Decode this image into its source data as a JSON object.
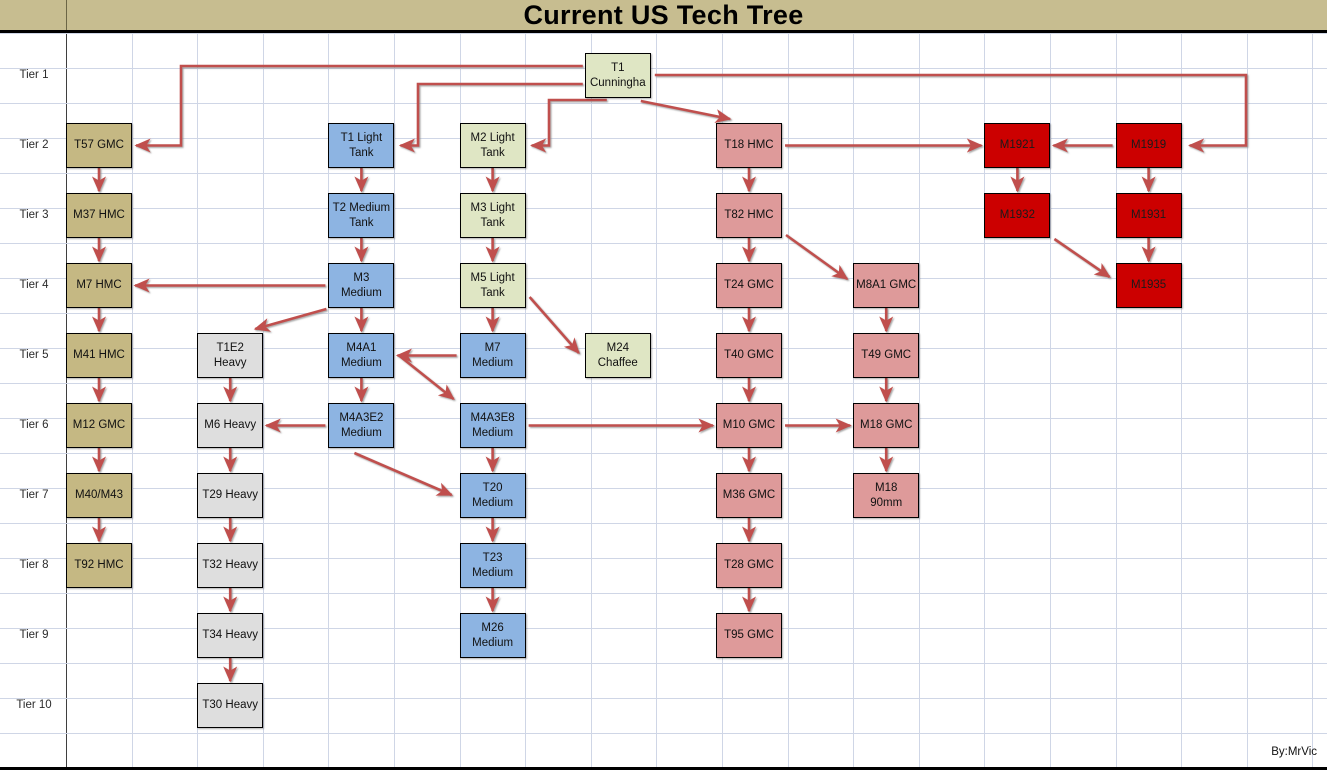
{
  "header": {
    "title": "Current US Tech Tree",
    "bar_color": "#c7bd90"
  },
  "credit": "By:MrVic",
  "tiers": [
    {
      "label": "Tier 1"
    },
    {
      "label": "Tier 2"
    },
    {
      "label": "Tier 3"
    },
    {
      "label": "Tier 4"
    },
    {
      "label": "Tier 5"
    },
    {
      "label": "Tier 6"
    },
    {
      "label": "Tier 7"
    },
    {
      "label": "Tier 8"
    },
    {
      "label": "Tier 9"
    },
    {
      "label": "Tier 10"
    }
  ],
  "legend_colors": {
    "spg_tan": "#c5b883",
    "light_green": "#dfe6c4",
    "medium_blue": "#8db4e2",
    "heavy_grey": "#dedede",
    "gmc_pink": "#de9a9a",
    "premium_red": "#cc0000",
    "arrow_red": "#c0504d"
  },
  "nodes": [
    {
      "id": "t1cunningham",
      "line1": "T1",
      "line2": "Cunningha",
      "tier": 1,
      "class": "t-light"
    },
    {
      "id": "t57gmc",
      "line1": "T57 GMC",
      "line2": "",
      "tier": 2,
      "class": "t-spg"
    },
    {
      "id": "t1light",
      "line1": "T1 Light",
      "line2": "Tank",
      "tier": 2,
      "class": "t-medium"
    },
    {
      "id": "m2light",
      "line1": "M2 Light",
      "line2": "Tank",
      "tier": 2,
      "class": "t-light"
    },
    {
      "id": "t18hmc",
      "line1": "T18 HMC",
      "line2": "",
      "tier": 2,
      "class": "t-gmc"
    },
    {
      "id": "m1921",
      "line1": "M1921",
      "line2": "",
      "tier": 2,
      "class": "t-red"
    },
    {
      "id": "m1919",
      "line1": "M1919",
      "line2": "",
      "tier": 2,
      "class": "t-red"
    },
    {
      "id": "m37hmc",
      "line1": "M37 HMC",
      "line2": "",
      "tier": 3,
      "class": "t-spg"
    },
    {
      "id": "t2medium",
      "line1": "T2 Medium",
      "line2": "Tank",
      "tier": 3,
      "class": "t-medium"
    },
    {
      "id": "m3light",
      "line1": "M3 Light",
      "line2": "Tank",
      "tier": 3,
      "class": "t-light"
    },
    {
      "id": "t82hmc",
      "line1": "T82 HMC",
      "line2": "",
      "tier": 3,
      "class": "t-gmc"
    },
    {
      "id": "m1932",
      "line1": "M1932",
      "line2": "",
      "tier": 3,
      "class": "t-red"
    },
    {
      "id": "m1931",
      "line1": "M1931",
      "line2": "",
      "tier": 3,
      "class": "t-red"
    },
    {
      "id": "m7hmc",
      "line1": "M7 HMC",
      "line2": "",
      "tier": 4,
      "class": "t-spg"
    },
    {
      "id": "m3medium",
      "line1": "M3",
      "line2": "Medium",
      "tier": 4,
      "class": "t-medium"
    },
    {
      "id": "m5light",
      "line1": "M5 Light",
      "line2": "Tank",
      "tier": 4,
      "class": "t-light"
    },
    {
      "id": "t24gmc",
      "line1": "T24 GMC",
      "line2": "",
      "tier": 4,
      "class": "t-gmc"
    },
    {
      "id": "m8a1gmc",
      "line1": "M8A1 GMC",
      "line2": "",
      "tier": 4,
      "class": "t-gmc"
    },
    {
      "id": "m1935",
      "line1": "M1935",
      "line2": "",
      "tier": 4,
      "class": "t-red"
    },
    {
      "id": "m41hmc",
      "line1": "M41 HMC",
      "line2": "",
      "tier": 5,
      "class": "t-spg"
    },
    {
      "id": "t1e2",
      "line1": "T1E2",
      "line2": "Heavy",
      "tier": 5,
      "class": "t-heavy"
    },
    {
      "id": "m4a1",
      "line1": "M4A1",
      "line2": "Medium",
      "tier": 5,
      "class": "t-medium"
    },
    {
      "id": "m7medium",
      "line1": "M7",
      "line2": "Medium",
      "tier": 5,
      "class": "t-medium"
    },
    {
      "id": "m24",
      "line1": "M24",
      "line2": "Chaffee",
      "tier": 5,
      "class": "t-light"
    },
    {
      "id": "t40gmc",
      "line1": "T40 GMC",
      "line2": "",
      "tier": 5,
      "class": "t-gmc"
    },
    {
      "id": "t49gmc",
      "line1": "T49 GMC",
      "line2": "",
      "tier": 5,
      "class": "t-gmc"
    },
    {
      "id": "m12gmc",
      "line1": "M12 GMC",
      "line2": "",
      "tier": 6,
      "class": "t-spg"
    },
    {
      "id": "m6heavy",
      "line1": "M6 Heavy",
      "line2": "",
      "tier": 6,
      "class": "t-heavy"
    },
    {
      "id": "m4a3e2",
      "line1": "M4A3E2",
      "line2": "Medium",
      "tier": 6,
      "class": "t-medium"
    },
    {
      "id": "m4a3e8",
      "line1": "M4A3E8",
      "line2": "Medium",
      "tier": 6,
      "class": "t-medium"
    },
    {
      "id": "m10gmc",
      "line1": "M10 GMC",
      "line2": "",
      "tier": 6,
      "class": "t-gmc"
    },
    {
      "id": "m18gmc",
      "line1": "M18 GMC",
      "line2": "",
      "tier": 6,
      "class": "t-gmc"
    },
    {
      "id": "m40m43",
      "line1": "M40/M43",
      "line2": "",
      "tier": 7,
      "class": "t-spg"
    },
    {
      "id": "t29heavy",
      "line1": "T29 Heavy",
      "line2": "",
      "tier": 7,
      "class": "t-heavy"
    },
    {
      "id": "t20",
      "line1": "T20",
      "line2": "Medium",
      "tier": 7,
      "class": "t-medium"
    },
    {
      "id": "m36gmc",
      "line1": "M36 GMC",
      "line2": "",
      "tier": 7,
      "class": "t-gmc"
    },
    {
      "id": "m1890mm",
      "line1": "M18",
      "line2": "90mm",
      "tier": 7,
      "class": "t-gmc"
    },
    {
      "id": "t92hmc",
      "line1": "T92 HMC",
      "line2": "",
      "tier": 8,
      "class": "t-spg"
    },
    {
      "id": "t32heavy",
      "line1": "T32 Heavy",
      "line2": "",
      "tier": 8,
      "class": "t-heavy"
    },
    {
      "id": "t23",
      "line1": "T23",
      "line2": "Medium",
      "tier": 8,
      "class": "t-medium"
    },
    {
      "id": "t28gmc",
      "line1": "T28 GMC",
      "line2": "",
      "tier": 8,
      "class": "t-gmc"
    },
    {
      "id": "t34heavy",
      "line1": "T34 Heavy",
      "line2": "",
      "tier": 9,
      "class": "t-heavy"
    },
    {
      "id": "m26",
      "line1": "M26",
      "line2": "Medium",
      "tier": 9,
      "class": "t-medium"
    },
    {
      "id": "t95gmc",
      "line1": "T95 GMC",
      "line2": "",
      "tier": 9,
      "class": "t-gmc"
    },
    {
      "id": "t30heavy",
      "line1": "T30 Heavy",
      "line2": "",
      "tier": 10,
      "class": "t-heavy"
    }
  ],
  "edges": [
    {
      "from": "t1cunningham",
      "to": "t57gmc"
    },
    {
      "from": "t1cunningham",
      "to": "t1light"
    },
    {
      "from": "t1cunningham",
      "to": "m2light"
    },
    {
      "from": "t1cunningham",
      "to": "t18hmc"
    },
    {
      "from": "t1cunningham",
      "to": "m1919"
    },
    {
      "from": "t57gmc",
      "to": "m37hmc"
    },
    {
      "from": "t1light",
      "to": "t2medium"
    },
    {
      "from": "m2light",
      "to": "m3light"
    },
    {
      "from": "t18hmc",
      "to": "t82hmc"
    },
    {
      "from": "t18hmc",
      "to": "m1921"
    },
    {
      "from": "m1919",
      "to": "m1921"
    },
    {
      "from": "m1919",
      "to": "m1931"
    },
    {
      "from": "m1921",
      "to": "m1932"
    },
    {
      "from": "m37hmc",
      "to": "m7hmc"
    },
    {
      "from": "t2medium",
      "to": "m3medium"
    },
    {
      "from": "m3light",
      "to": "m5light"
    },
    {
      "from": "t82hmc",
      "to": "t24gmc"
    },
    {
      "from": "t82hmc",
      "to": "m8a1gmc"
    },
    {
      "from": "m1931",
      "to": "m1935"
    },
    {
      "from": "m1932",
      "to": "m1935"
    },
    {
      "from": "m3medium",
      "to": "m7hmc"
    },
    {
      "from": "m3medium",
      "to": "t1e2"
    },
    {
      "from": "m3medium",
      "to": "m4a1"
    },
    {
      "from": "m5light",
      "to": "m7medium"
    },
    {
      "from": "m5light",
      "to": "m24"
    },
    {
      "from": "m7hmc",
      "to": "m41hmc"
    },
    {
      "from": "t24gmc",
      "to": "t40gmc"
    },
    {
      "from": "m8a1gmc",
      "to": "t49gmc"
    },
    {
      "from": "m7medium",
      "to": "m4a1"
    },
    {
      "from": "t1e2",
      "to": "m6heavy"
    },
    {
      "from": "m4a1",
      "to": "m4a3e2"
    },
    {
      "from": "m4a1",
      "to": "m4a3e8"
    },
    {
      "from": "m41hmc",
      "to": "m12gmc"
    },
    {
      "from": "t40gmc",
      "to": "m10gmc"
    },
    {
      "from": "t49gmc",
      "to": "m18gmc"
    },
    {
      "from": "m4a3e2",
      "to": "m6heavy"
    },
    {
      "from": "m4a3e2",
      "to": "t20"
    },
    {
      "from": "m4a3e8",
      "to": "m10gmc"
    },
    {
      "from": "m4a3e8",
      "to": "t20"
    },
    {
      "from": "m10gmc",
      "to": "m18gmc"
    },
    {
      "from": "m10gmc",
      "to": "m36gmc"
    },
    {
      "from": "m18gmc",
      "to": "m1890mm"
    },
    {
      "from": "m12gmc",
      "to": "m40m43"
    },
    {
      "from": "m6heavy",
      "to": "t29heavy"
    },
    {
      "from": "t20",
      "to": "t23"
    },
    {
      "from": "m40m43",
      "to": "t92hmc"
    },
    {
      "from": "t29heavy",
      "to": "t32heavy"
    },
    {
      "from": "m36gmc",
      "to": "t28gmc"
    },
    {
      "from": "t32heavy",
      "to": "t34heavy"
    },
    {
      "from": "t23",
      "to": "m26"
    },
    {
      "from": "t28gmc",
      "to": "t95gmc"
    },
    {
      "from": "t34heavy",
      "to": "t30heavy"
    }
  ]
}
